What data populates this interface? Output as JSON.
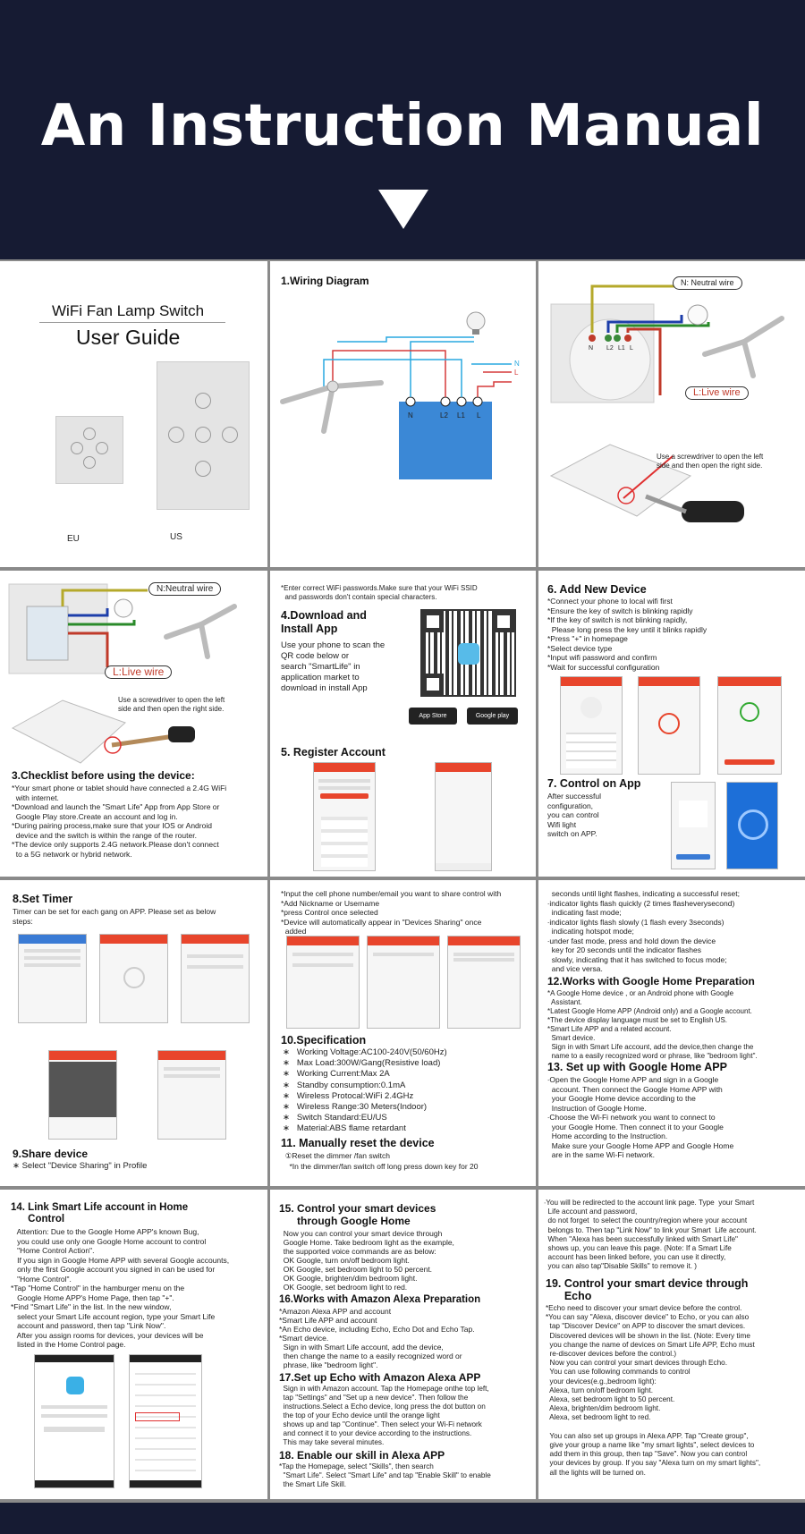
{
  "banner": {
    "title": "An Instruction Manual"
  },
  "cover": {
    "subtitle": "WiFi Fan Lamp Switch",
    "title": "User Guide",
    "eu": "EU",
    "us": "US"
  },
  "wiring": {
    "title": "1.Wiring Diagram",
    "labels": {
      "n": "N",
      "l2": "L2",
      "l1": "L1",
      "l": "L",
      "n_wire": "N",
      "l_wire": "L"
    }
  },
  "photo1": {
    "neutral": "N: Neutral wire",
    "live": "L:Live wire",
    "screwdriver": "Use a screwdriver to open the left\nside and then open the right side.",
    "terms": {
      "n": "N",
      "l2": "L2",
      "l1": "L1",
      "l": "L"
    }
  },
  "photo2": {
    "neutral": "N:Neutral wire",
    "live": "L:Live wire",
    "screwdriver": "Use a screwdriver to open the left\nside and then open the right side.",
    "checklist_title": "3.Checklist before using the device:",
    "checklist": "*Your smart phone or tablet should have connected a 2.4G WiFi\n  with internet.\n*Download and launch the \"Smart Life\" App from App Store or\n  Google Play store.Create an account and log in.\n*During pairing process,make sure that your IOS or Android\n  device and the switch is within the range of the router.\n*The device only supports 2.4G network.Please don't connect\n  to a 5G network or hybrid network."
  },
  "install": {
    "note": "*Enter correct WiFi passwords.Make sure that your WiFi SSID\n  and passwords don't contain special characters.",
    "title": "4.Download and\nInstall App",
    "body": "Use your phone to scan the\nQR code below or\nsearch \"SmartLife\" in\napplication market to\ndownload in install App",
    "appstore": "App Store",
    "googleplay": "Google play",
    "register": "5. Register Account"
  },
  "add": {
    "title": "6. Add New Device",
    "body": "*Connect your phone to local wifi first\n*Ensure the key of switch is blinking rapidly\n*If the key of switch is not blinking rapidly,\n  Please long press the key until it blinks rapidly\n*Press \"+\" in homepage\n*Select device type\n*Input wifi password and confirm\n*Wait for successful configuration",
    "control_title": "7. Control on App",
    "control_body": "After successful\nconfiguration,\nyou can control\nWifi light\nswitch on APP."
  },
  "timer": {
    "title": "8.Set Timer",
    "body": "Timer can be set for each gang on APP. Please set as below\nsteps:",
    "share_title": "9.Share device",
    "share_body": "∗ Select \"Device Sharing\" in Profile"
  },
  "spec": {
    "intro": "*Input the cell phone number/email you want to share control with\n*Add Nickname or Username\n*press Control once selected\n*Device will automatically appear in \"Devices Sharing\" once\n  added",
    "title": "10.Specification",
    "items": "∗   Working Voltage:AC100-240V(50/60Hz)\n∗   Max Load:300W/Gang(Resistive load)\n∗   Working Current:Max 2A\n∗   Standby consumption:0.1mA\n∗   Wireless Protocal:WiFi 2.4GHz\n∗   Wireless Range:30 Meters(Indoor)\n∗   Switch Standard:EU/US\n∗   Material:ABS flame retardant",
    "reset_title": "11. Manually reset the device",
    "reset_body": "  ①Reset the dimmer /fan switch\n    *In the dimmer/fan switch off long press down key for 20"
  },
  "google": {
    "cont": "  seconds until light flashes, indicating a successful reset;\n∙indicator lights flash quickly (2 times flasheverysecond)\n  indicating fast mode;\n∙indicator lights flash slowly (1 flash every 3seconds)\n  indicating hotspot mode;\n∙under fast mode, press and hold down the device\n  key for 20 seconds until the indicator flashes\n  slowly, indicating that it has switched to focus mode;\n  and vice versa.",
    "prep_title": "12.Works with Google Home Preparation",
    "prep_body": "*A Google Home device , or an Android phone with Google\n  Assistant.\n*Latest Google Home APP (Android only) and a Google account.\n*The device display language must be set to English US.\n*Smart Life APP and a related account.\n  Smart device.\n  Sign in with Smart Life account, add the device,then change the\n  name to a easily recognized word or phrase, like \"bedroom light\".",
    "setup_title": "13. Set up with Google Home APP",
    "setup_body": "∙Open the Google Home APP and sign in a Google\n  account. Then connect the Google Home APP with\n  your Google Home device according to the\n  Instruction of Google Home.\n∙Choose the Wi-Fi network you want to connect to\n  your Google Home. Then connect it to your Google\n  Home according to the Instruction.\n  Make sure your Google Home APP and Google Home\n  are in the same Wi-Fi network."
  },
  "link": {
    "title": "14. Link Smart Life account in Home\n      Control",
    "body": "   Attention: Due to the Google Home APP's known Bug,\n   you could use only one Google Home account to control\n   \"Home Control Action\".\n   If you sign in Google Home APP with several Google accounts,\n   only the first Google account you signed in can be used for\n   \"Home Control\".\n*Tap \"Home Control\" in the hamburger menu on the\n   Google Home APP's Home Page, then tap \"+\".\n*Find \"Smart Life\" in the list. In the new window,\n   select your Smart Life account region, type your Smart Life\n   account and password, then tap \"Link Now\".\n   After you assign rooms for devices, your devices will be\n   listed in the Home Control page."
  },
  "alexa": {
    "t15": "15. Control your smart devices\n      through Google Home",
    "b15": "  Now you can control your smart device through\n  Google Home. Take bedroom light as the example,\n  the supported voice commands are as below:\n  OK Google, turn on/off bedroom light.\n  OK Google, set bedroom light to 50 percent.\n  OK Google, brighten/dim bedroom light.\n  OK Google, set bedroom light to red.",
    "t16": "16.Works with Amazon Alexa Preparation",
    "b16": "*Amazon Alexa APP and account\n*Smart Life APP and account\n*An Echo device, including Echo, Echo Dot and Echo Tap.\n*Smart device.\n  Sign in with Smart Life account, add the device,\n  then change the name to a easily recognized word or\n  phrase, like \"bedroom light\".",
    "t17": "17.Set up Echo with Amazon Alexa APP",
    "b17": "  Sign in with Amazon account. Tap the Homepage onthe top left,\n  tap \"Settings\" and \"Set up a new device\". Then follow the\n  instructions.Select a Echo device, long press the dot button on\n  the top of your Echo device until the orange light\n  shows up and tap \"Continue\". Then select your Wi-Fi network\n  and connect it to your device according to the instructions.\n  This may take several minutes.",
    "t18": "18. Enable our skill in Alexa APP",
    "b18": "*Tap the Homepage, select \"Skills\", then search\n  \"Smart Life\". Select \"Smart Life\" and tap \"Enable Skill\" to enable\n  the Smart Life Skill."
  },
  "echo": {
    "body": "∙You will be redirected to the account link page. Type  your Smart\n  Life account and password,\n  do not forget  to select the country/region where your account\n  belongs to. Then tap \"Link Now\" to link your Smart  Life account.\n  When \"Alexa has been successfully linked with Smart Life\"\n  shows up, you can leave this page. (Note: If a Smart Life\n  account has been linked before, you can use it directly,\n  you can also tap\"Disable Skills\" to remove it. )",
    "t19": "19. Control your smart device through\n      Echo",
    "b19": "*Echo need to discover your smart device before the control.\n*You can say \"Alexa, discover device\" to Echo, or you can also\n  tap \"Discover Device\" on APP to discover the smart devices.\n  Discovered devices will be shown in the list. (Note: Every time\n  you change the name of devices on Smart Life APP, Echo must\n  re-discover devices before the control.)\n  Now you can control your smart devices through Echo.\n  You can use following commands to control\n  your devices(e.g.,bedroom light):\n  Alexa, turn on/off bedroom light.\n  Alexa, set bedroom light to 50 percent.\n  Alexa, brighten/dim bedroom light.\n  Alexa, set bedroom light to red.\n\n  You can also set up groups in Alexa APP. Tap \"Create group\",\n  give your group a name like \"my smart lights\", select devices to\n  add them in this group, then tap \"Save\". Now you can control\n  your devices by group. If you say \"Alexa turn on my smart lights\",\n  all the lights will be turned on."
  },
  "colors": {
    "navy": "#161b33",
    "red": "#e8452c",
    "blue": "#3a7bd5"
  }
}
